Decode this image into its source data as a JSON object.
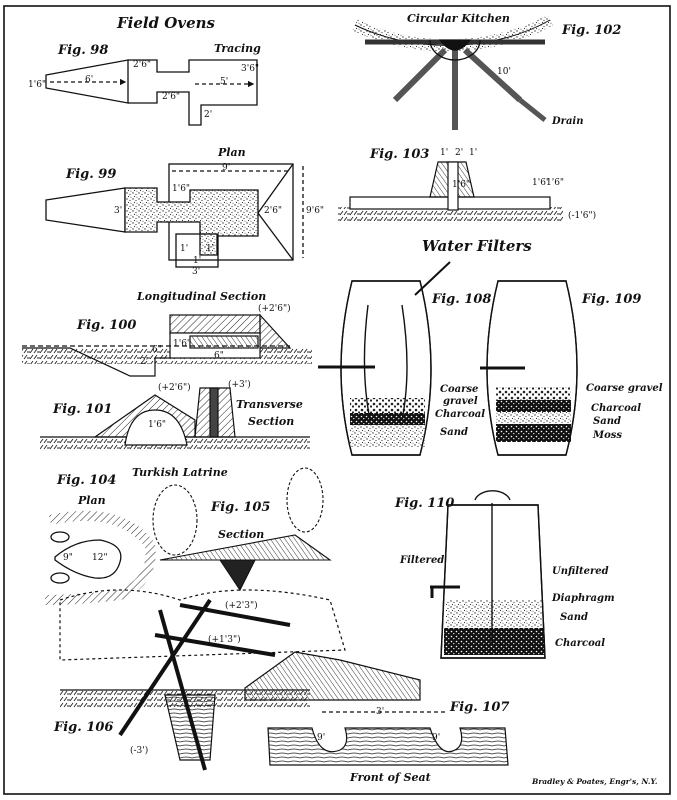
{
  "sections": {
    "field_ovens": "Field Ovens",
    "water_filters": "Water Filters",
    "turkish_latrine": "Turkish Latrine"
  },
  "figures": {
    "fig98": {
      "label": "Fig. 98",
      "caption": "Tracing",
      "dims": [
        "1'6\"",
        "6'",
        "2'6\"",
        "2'6\"",
        "5'",
        "3'6\"",
        "2'"
      ]
    },
    "fig99": {
      "label": "Fig. 99",
      "caption": "Plan",
      "dims": [
        "9'",
        "1'6\"",
        "3'",
        "2'6\"",
        "9'6\"",
        "1'",
        "1'",
        "1'",
        "3'"
      ]
    },
    "fig100": {
      "label": "Fig. 100",
      "caption": "Longitudinal Section",
      "dims": [
        "(+2'6\")",
        "2'",
        "6\"",
        "1'6\"",
        "6\""
      ]
    },
    "fig101": {
      "label": "Fig. 101",
      "caption": "Transverse Section",
      "caption_line1": "Transverse",
      "caption_line2": "Section",
      "dims": [
        "(+2'6\")",
        "(+3')",
        "1'6\""
      ]
    },
    "fig102": {
      "label": "Fig. 102",
      "caption": "Circular Kitchen",
      "dims": [
        "10'"
      ],
      "labels": [
        "Drain"
      ]
    },
    "fig103": {
      "label": "Fig. 103",
      "dims": [
        "1'",
        "2'",
        "1'",
        "1'6\"",
        "1'6\"",
        "1'6\"",
        "(-1'6\")"
      ]
    },
    "fig104": {
      "label": "Fig. 104",
      "caption": "Plan",
      "dims": [
        "9\"",
        "12\""
      ]
    },
    "fig105": {
      "label": "Fig. 105",
      "caption": "Section"
    },
    "fig106": {
      "label": "Fig. 106",
      "dims": [
        "(+2'3\")",
        "(+1'3\")",
        "(-3')"
      ]
    },
    "fig107": {
      "label": "Fig. 107",
      "caption": "Front of Seat",
      "dims": [
        "3'",
        "9'",
        "9'"
      ]
    },
    "fig108": {
      "label": "Fig. 108",
      "layers": [
        "Coarse gravel",
        "Charcoal",
        "Sand"
      ],
      "layer_lines": [
        "Coarse",
        "gravel"
      ]
    },
    "fig109": {
      "label": "Fig. 109",
      "layers": [
        "Coarse gravel",
        "Charcoal",
        "Sand",
        "Moss"
      ]
    },
    "fig110": {
      "label": "Fig. 110",
      "labels": [
        "Filtered",
        "Unfiltered",
        "Diaphragm",
        "Sand",
        "Charcoal"
      ]
    }
  },
  "credit": "Bradley & Poates, Engr's, N.Y.",
  "colors": {
    "ink": "#111111",
    "paper": "#ffffff",
    "stipple": "#555555"
  }
}
